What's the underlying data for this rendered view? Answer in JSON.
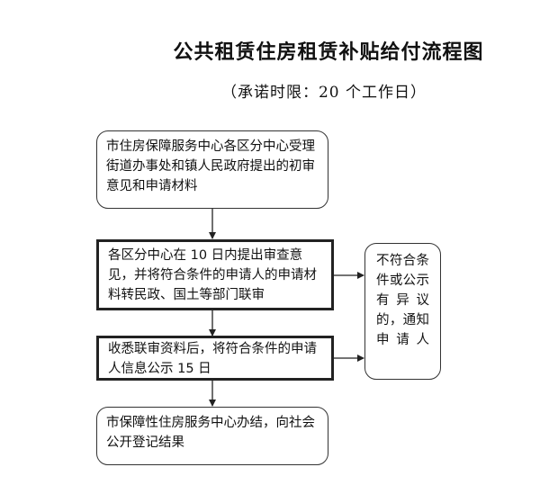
{
  "title": "公共租赁住房租赁补贴给付流程图",
  "subtitle": "（承诺时限：20 个工作日）",
  "steps": [
    {
      "text": "市住房保障服务中心各区分中心受理街道办事处和镇人民政府提出的初审意见和申请材料"
    },
    {
      "text": "各区分中心在 10 日内提出审查意见，并将符合条件的申请人的申请材料转民政、国土等部门联审"
    },
    {
      "text": "收悉联审资料后，将符合条件的申请人信息公示 15 日"
    },
    {
      "text": "市保障性住房服务中心办结，向社会公开登记结果"
    }
  ],
  "side_note": {
    "text": "不符合条件或公示有异议的，通知申请人"
  }
}
